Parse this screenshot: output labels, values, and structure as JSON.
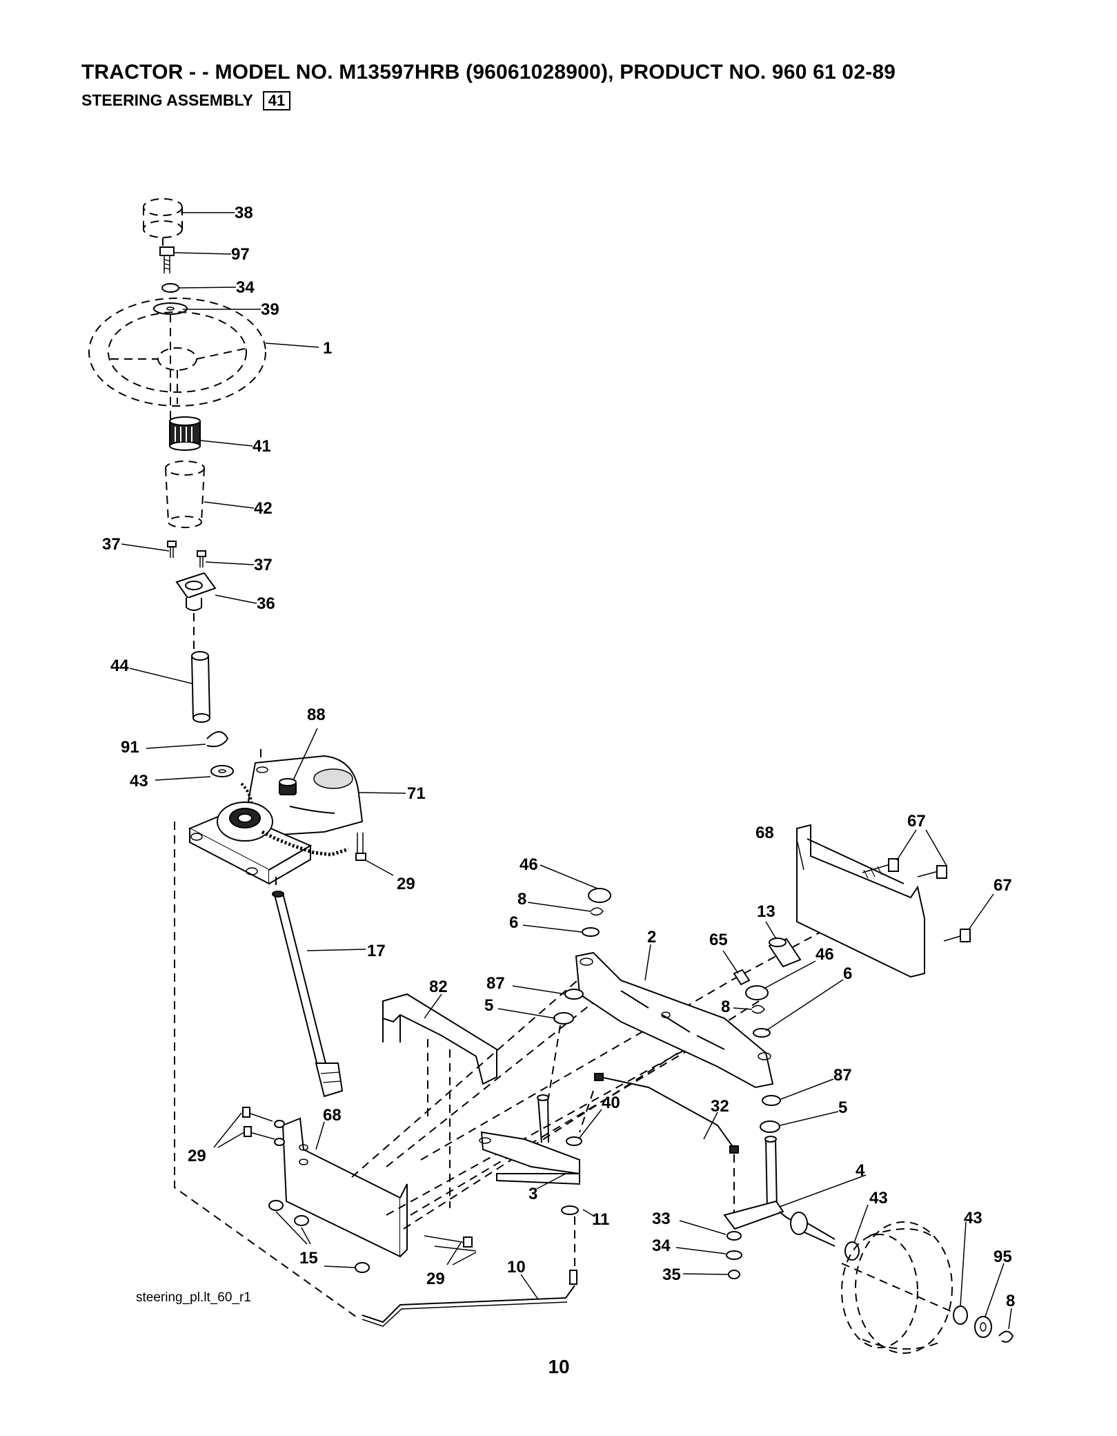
{
  "header": {
    "title": "TRACTOR - - MODEL NO. M13597HRB  (96061028900), PRODUCT NO. 960 61 02-89",
    "subtitle": "STEERING ASSEMBLY",
    "section_badge": "41"
  },
  "footer": {
    "drawing_code": "steering_pl.lt_60_r1",
    "page_number": "10"
  },
  "callouts": [
    {
      "id": "c38",
      "text": "38"
    },
    {
      "id": "c97",
      "text": "97"
    },
    {
      "id": "c34a",
      "text": "34"
    },
    {
      "id": "c39",
      "text": "39"
    },
    {
      "id": "c1",
      "text": "1"
    },
    {
      "id": "c41",
      "text": "41"
    },
    {
      "id": "c42",
      "text": "42"
    },
    {
      "id": "c37a",
      "text": "37"
    },
    {
      "id": "c37b",
      "text": "37"
    },
    {
      "id": "c36",
      "text": "36"
    },
    {
      "id": "c44",
      "text": "44"
    },
    {
      "id": "c88",
      "text": "88"
    },
    {
      "id": "c91",
      "text": "91"
    },
    {
      "id": "c43a",
      "text": "43"
    },
    {
      "id": "c71",
      "text": "71"
    },
    {
      "id": "c29a",
      "text": "29"
    },
    {
      "id": "c17",
      "text": "17"
    },
    {
      "id": "c46a",
      "text": "46"
    },
    {
      "id": "c8a",
      "text": "8"
    },
    {
      "id": "c6a",
      "text": "6"
    },
    {
      "id": "c2",
      "text": "2"
    },
    {
      "id": "c65",
      "text": "65"
    },
    {
      "id": "c13",
      "text": "13"
    },
    {
      "id": "c68a",
      "text": "68"
    },
    {
      "id": "c67a",
      "text": "67"
    },
    {
      "id": "c67b",
      "text": "67"
    },
    {
      "id": "c46b",
      "text": "46"
    },
    {
      "id": "c6b",
      "text": "6"
    },
    {
      "id": "c8b",
      "text": "8"
    },
    {
      "id": "c87a",
      "text": "87"
    },
    {
      "id": "c5a",
      "text": "5"
    },
    {
      "id": "c82",
      "text": "82"
    },
    {
      "id": "c87b",
      "text": "87"
    },
    {
      "id": "c5b",
      "text": "5"
    },
    {
      "id": "c40",
      "text": "40"
    },
    {
      "id": "c32",
      "text": "32"
    },
    {
      "id": "c68b",
      "text": "68"
    },
    {
      "id": "c29b",
      "text": "29"
    },
    {
      "id": "c3",
      "text": "3"
    },
    {
      "id": "c4",
      "text": "4"
    },
    {
      "id": "c11",
      "text": "11"
    },
    {
      "id": "c43b",
      "text": "43"
    },
    {
      "id": "c33",
      "text": "33"
    },
    {
      "id": "c43c",
      "text": "43"
    },
    {
      "id": "c34b",
      "text": "34"
    },
    {
      "id": "c15",
      "text": "15"
    },
    {
      "id": "c95",
      "text": "95"
    },
    {
      "id": "c10",
      "text": "10"
    },
    {
      "id": "c35",
      "text": "35"
    },
    {
      "id": "c29c",
      "text": "29"
    },
    {
      "id": "c8c",
      "text": "8"
    }
  ]
}
